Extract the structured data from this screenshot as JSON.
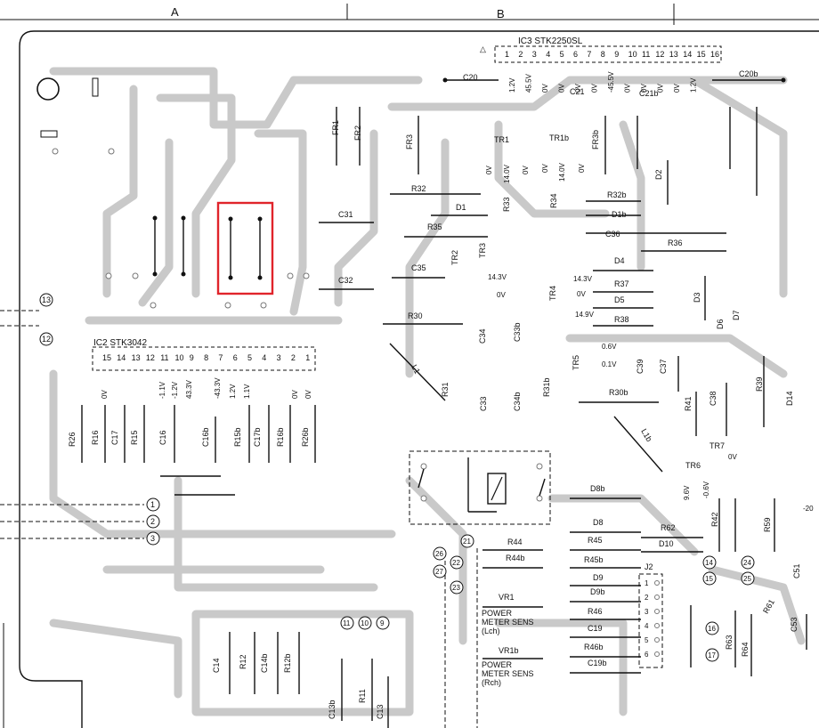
{
  "grid": {
    "col_a": "A",
    "col_b": "B"
  },
  "ic2": {
    "name": "IC2 STK3042",
    "pins": [
      "15",
      "14",
      "13",
      "12",
      "11",
      "10",
      "9",
      "8",
      "7",
      "6",
      "5",
      "4",
      "3",
      "2",
      "1"
    ],
    "volts": [
      "0V",
      "-1.1V",
      "-1.2V",
      "43.3V",
      "-43.3V",
      "1.2V",
      "1.1V",
      "0V",
      "0V"
    ]
  },
  "ic3": {
    "name": "IC3 STK2250SL",
    "pins": [
      "1",
      "2",
      "3",
      "4",
      "5",
      "6",
      "7",
      "8",
      "9",
      "10",
      "11",
      "12",
      "13",
      "14",
      "15",
      "16"
    ],
    "volts": [
      "1.2V",
      "45.5V",
      "0V",
      "0V",
      "0V",
      "0V",
      "-45.5V",
      "0V",
      "0V",
      "0V",
      "0V",
      "1.2V"
    ]
  },
  "components": {
    "fr1": "FR1",
    "fr2": "FR2",
    "fr3": "FR3",
    "fr3b": "FR3b",
    "tr1": "TR1",
    "tr1b": "TR1b",
    "tr2": "TR2",
    "tr3": "TR3",
    "tr4": "TR4",
    "tr5": "TR5",
    "tr6": "TR6",
    "tr7": "TR7",
    "c20": "C20",
    "c20b": "C20b",
    "c21": "C21",
    "c21b": "C21b",
    "c31": "C31",
    "c32": "C32",
    "c33": "C33",
    "c33b": "C33b",
    "c34": "C34",
    "c34b": "C34b",
    "c35": "C35",
    "c36": "C36",
    "c37": "C37",
    "c38": "C38",
    "c39": "C39",
    "c16": "C16",
    "c16b": "C16b",
    "c17": "C17",
    "c17b": "C17b",
    "c14": "C14",
    "c14b": "C14b",
    "c13": "C13",
    "c13b": "C13b",
    "c19": "C19",
    "c19b": "C19b",
    "c51": "C51",
    "c53": "C53",
    "r32": "R32",
    "r32b": "R32b",
    "r33": "R33",
    "r34": "R34",
    "r35": "R35",
    "r36": "R36",
    "r37": "R37",
    "r38": "R38",
    "r30": "R30",
    "r30b": "R30b",
    "r31": "R31",
    "r31b": "R31b",
    "r39": "R39",
    "r41": "R41",
    "r42": "R42",
    "r59": "R59",
    "r61": "R61",
    "r62": "R62",
    "r63": "R63",
    "r64": "R64",
    "r26": "R26",
    "r26b": "R26b",
    "r16": "R16",
    "r16b": "R16b",
    "r15": "R15",
    "r15b": "R15b",
    "r12": "R12",
    "r12b": "R12b",
    "r11": "R11",
    "r44": "R44",
    "r44b": "R44b",
    "r45": "R45",
    "r45b": "R45b",
    "r46": "R46",
    "r46b": "R46b",
    "d1": "D1",
    "d1b": "D1b",
    "d2": "D2",
    "d3": "D3",
    "d4": "D4",
    "d5": "D5",
    "d6": "D6",
    "d7": "D7",
    "d8": "D8",
    "d8b": "D8b",
    "d9": "D9",
    "d9b": "D9b",
    "d10": "D10",
    "d14": "D14",
    "l1": "L1",
    "l1b": "L1b",
    "j2": "J2",
    "vr1": "VR1",
    "vr1b": "VR1b"
  },
  "voltages": {
    "tr1_l": "0V",
    "tr1_m": "14.0V",
    "tr1_r": "0V",
    "tr1b_l": "0V",
    "tr1b_m": "14.0V",
    "tr1b_r": "0V",
    "tr3": "14.3V",
    "tr3_0": "0V",
    "tr4_a": "14.3V",
    "tr4_b": "0V",
    "tr4_c": "14.9V",
    "tr5_a": "0.6V",
    "tr5_b": "0.1V",
    "tr6_a": "9.6V",
    "tr6_b": "-0.6V",
    "tr7": "0V",
    "extra": "-20"
  },
  "meters": {
    "l_line1": "POWER",
    "l_line2": "METER SENS",
    "l_line3": "(Lch)",
    "r_line1": "POWER",
    "r_line2": "METER SENS",
    "r_line3": "(Rch)"
  },
  "connectors": [
    "13",
    "12",
    "1",
    "2",
    "3",
    "26",
    "27",
    "21",
    "22",
    "23",
    "14",
    "15",
    "24",
    "25",
    "16",
    "17",
    "11",
    "10",
    "9"
  ],
  "j2_pins": [
    "1",
    "2",
    "3",
    "4",
    "5",
    "6"
  ],
  "highlight_color": "#e0242b"
}
